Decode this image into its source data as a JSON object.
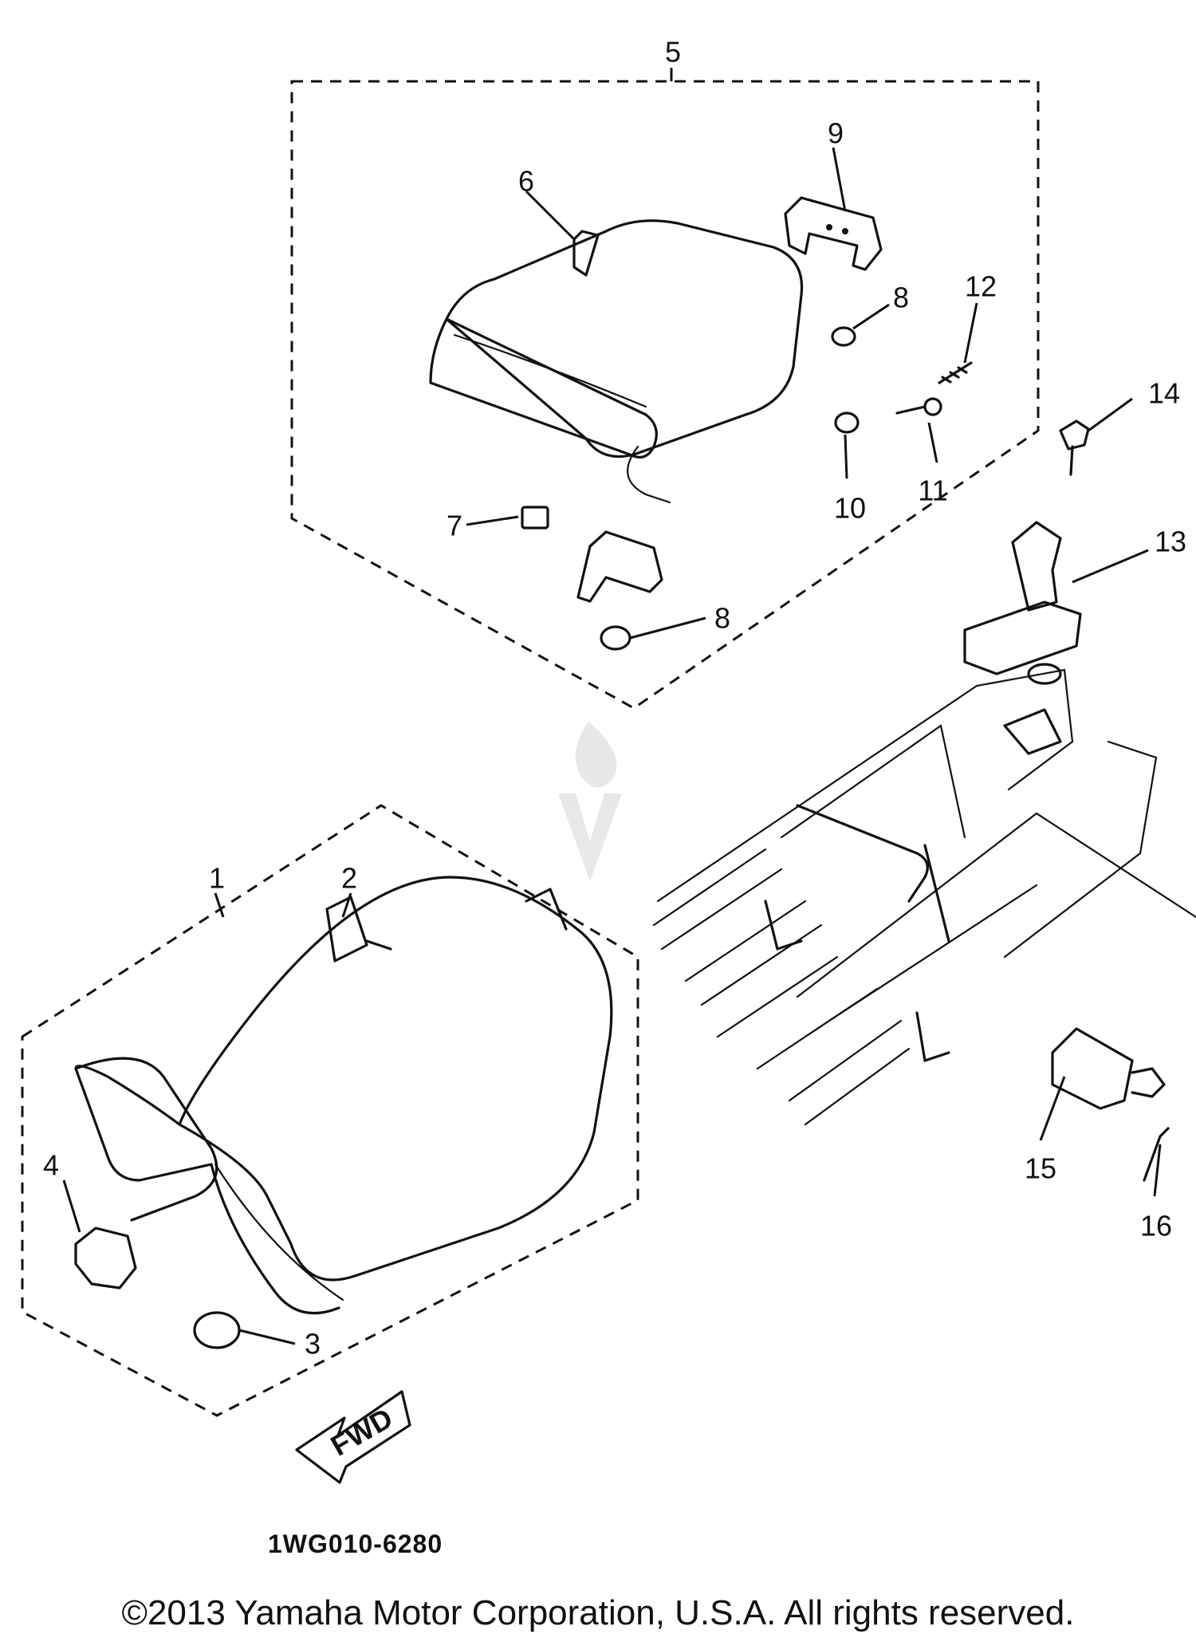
{
  "diagram": {
    "callouts": [
      "1",
      "2",
      "3",
      "4",
      "5",
      "6",
      "7",
      "8",
      "8",
      "9",
      "10",
      "11",
      "12",
      "13",
      "14",
      "15",
      "16"
    ],
    "arrow_label": "FWD",
    "code": "1WG010-6280"
  },
  "footer": {
    "copyright": "©2013 Yamaha Motor Corporation, U.S.A. All rights reserved."
  }
}
